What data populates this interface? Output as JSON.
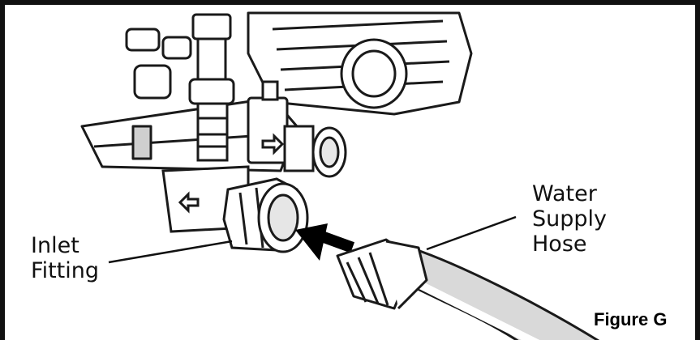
{
  "callouts": {
    "inlet_fitting": {
      "lines": [
        "Inlet",
        "Fitting"
      ]
    },
    "water_supply_hose": {
      "lines": [
        "Water",
        "Supply",
        "Hose"
      ]
    }
  },
  "figure_label": "Figure G",
  "colors": {
    "frame": "#111111",
    "line_art": "#1a1a1a",
    "hose_fill": "#d9d9d9",
    "arrow": "#000000"
  }
}
